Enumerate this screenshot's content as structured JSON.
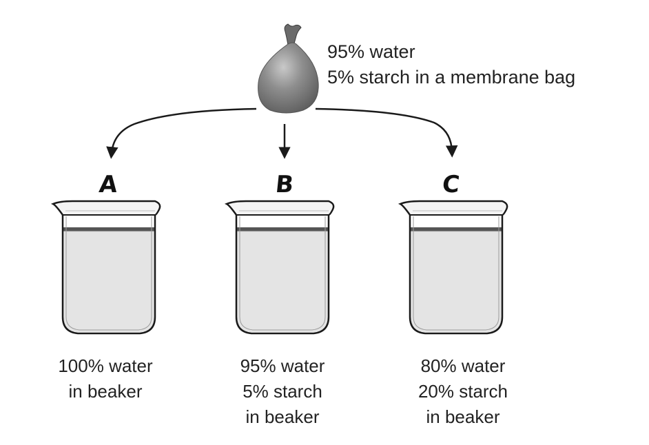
{
  "bag": {
    "icon": "membrane-bag-icon",
    "label_lines": [
      "95% water",
      "5% starch in a membrane bag"
    ]
  },
  "beakers": [
    {
      "letter": "A",
      "icon": "beaker-icon",
      "caption_lines": [
        "100% water",
        "in beaker"
      ]
    },
    {
      "letter": "B",
      "icon": "beaker-icon",
      "caption_lines": [
        "95% water",
        "5% starch",
        "in beaker"
      ]
    },
    {
      "letter": "C",
      "icon": "beaker-icon",
      "caption_lines": [
        "80% water",
        "20% starch",
        "in beaker"
      ]
    }
  ],
  "colors": {
    "bag": "#7a7a7a",
    "liquid": "#e6e6e6",
    "outline": "#1a1a1a"
  }
}
